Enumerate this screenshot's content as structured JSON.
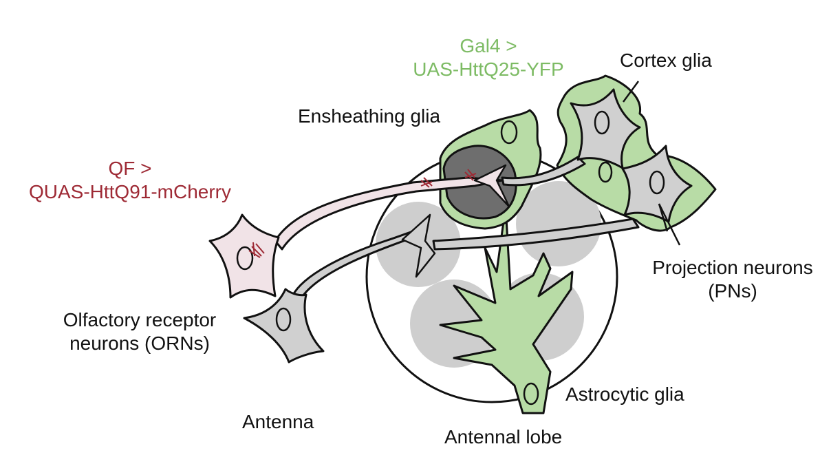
{
  "labels": {
    "gal4_line1": "Gal4 >",
    "gal4_line2": "UAS-HttQ25-YFP",
    "qf_line1": "QF >",
    "qf_line2": "QUAS-HttQ91-mCherry",
    "ensheathing_glia": "Ensheathing glia",
    "cortex_glia": "Cortex glia",
    "projection_neurons_line1": "Projection neurons",
    "projection_neurons_line2": "(PNs)",
    "orn_line1": "Olfactory receptor",
    "orn_line2": "neurons (ORNs)",
    "antenna": "Antenna",
    "astrocytic_glia": "Astrocytic glia",
    "antennal_lobe": "Antennal lobe"
  },
  "colors": {
    "glia_green": "#b8dca6",
    "glia_green_text": "#7dbb64",
    "mcherry_red": "#9e2a35",
    "orn_pink": "#f1e3e7",
    "neuron_gray": "#d0d0d0",
    "glomerulus_gray": "#cecece",
    "ensheathing_core": "#6e6e6e",
    "outline": "#111111"
  }
}
